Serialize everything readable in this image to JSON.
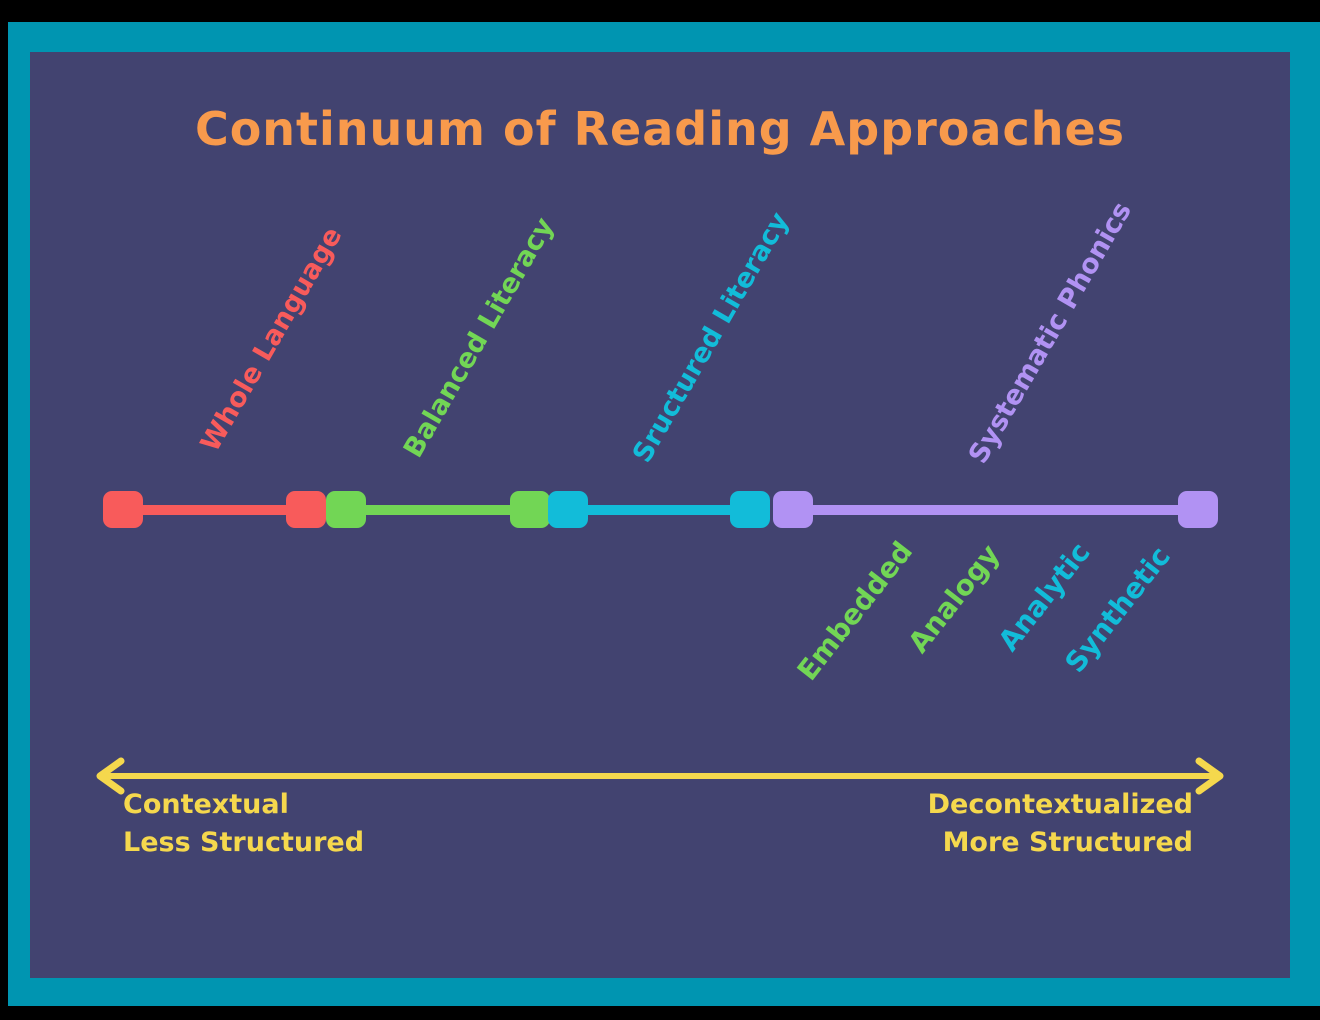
{
  "title": "Continuum of Reading Approaches",
  "colors": {
    "frame": "#0095b1",
    "bg": "#424370",
    "orange": "#f89a4c",
    "red": "#f85b5b",
    "green": "#72d655",
    "cyan": "#12bcd9",
    "lavender": "#b192f3",
    "yellow": "#f5d84d"
  },
  "approaches": [
    {
      "label": "Whole Language",
      "color": "red"
    },
    {
      "label": "Balanced Literacy",
      "color": "green"
    },
    {
      "label": "Sructured Literacy",
      "color": "cyan"
    },
    {
      "label": "Systematic Phonics",
      "color": "lavender"
    }
  ],
  "phonics_types": [
    {
      "label": "Embedded",
      "color": "green"
    },
    {
      "label": "Analogy",
      "color": "green"
    },
    {
      "label": "Analytic",
      "color": "cyan"
    },
    {
      "label": "Synthetic",
      "color": "cyan"
    }
  ],
  "axis": {
    "left_lines": [
      "Contextual",
      "Less Structured"
    ],
    "right_lines": [
      "Decontextualized",
      "More Structured"
    ]
  }
}
